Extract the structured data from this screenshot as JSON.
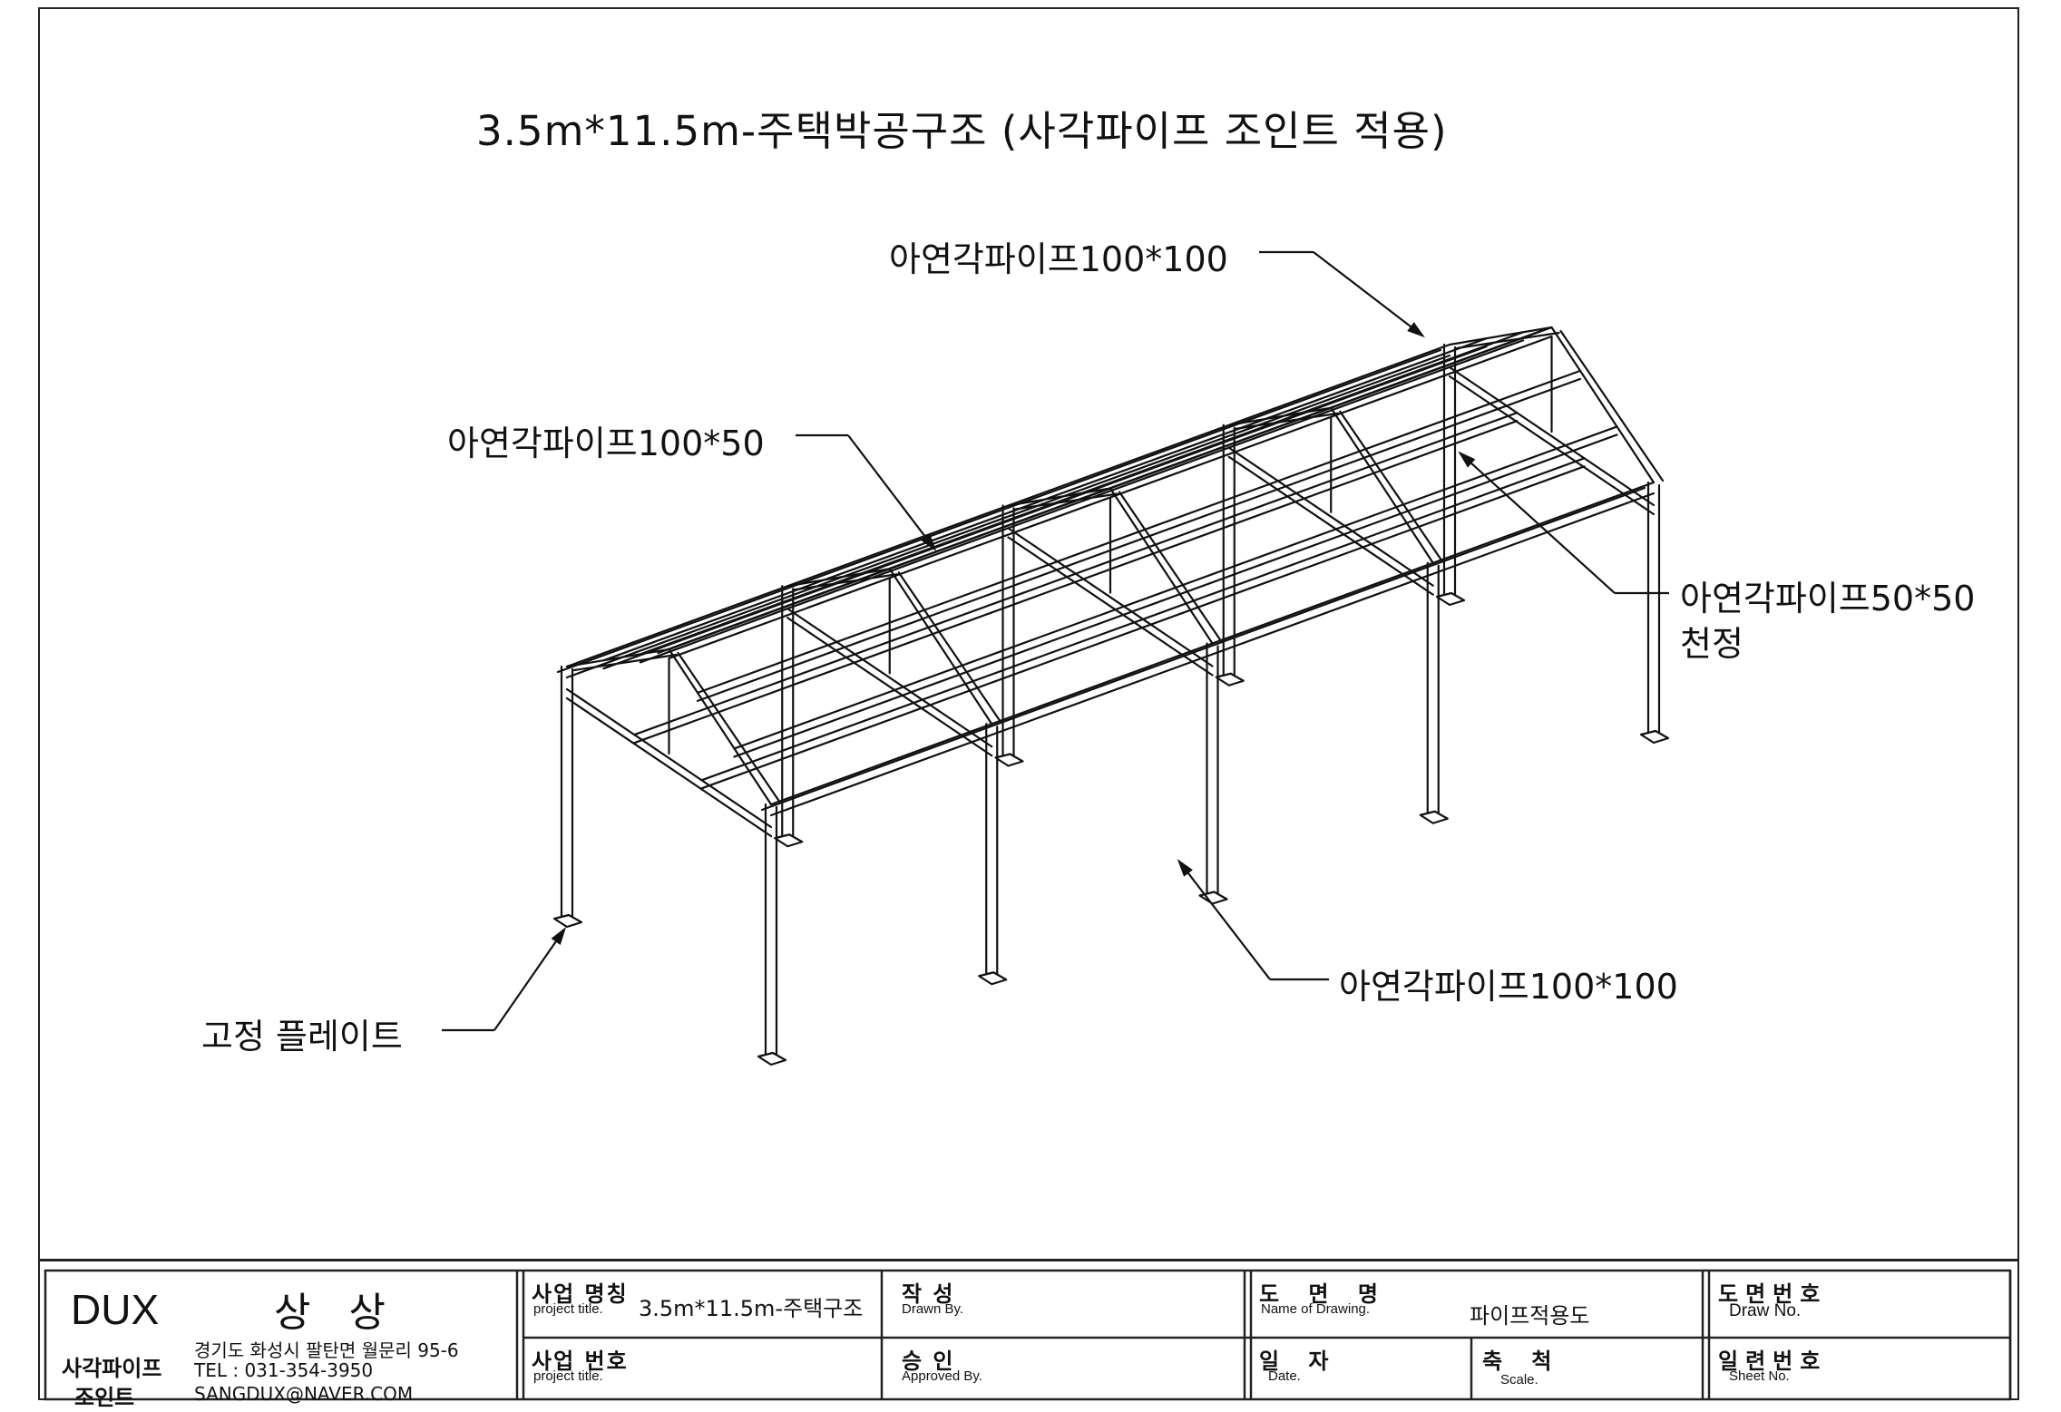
{
  "drawing": {
    "title": "3.5m*11.5m-주택박공구조 (사각파이프 조인트 적용)",
    "labels": {
      "ridge": "아연각파이프100*100",
      "rafter": "아연각파이프100*50",
      "ceiling_line1": "아연각파이프50*50",
      "ceiling_line2": "천정",
      "column": "아연각파이프100*100",
      "base_plate": "고정 플레이트"
    }
  },
  "title_block": {
    "company": "DUX",
    "company_ko": "상 상",
    "product_line1": "사각파이프",
    "product_line2": "조인트",
    "address": "경기도 화성시 팔탄면 월문리 95-6",
    "tel": "TEL : 031-354-3950",
    "email": "SANGDUX@NAVER.COM",
    "project_name_label": "사업 명칭",
    "project_name_sub": "project title.",
    "project_name_value": "3.5m*11.5m-주택구조",
    "project_no_label": "사업 번호",
    "project_no_sub": "project title.",
    "drawn_label": "작  성",
    "drawn_sub": "Drawn By.",
    "approved_label": "승  인",
    "approved_sub": "Approved By.",
    "drawing_name_label": "도 면 명",
    "drawing_name_sub": "Name of Drawing.",
    "drawing_name_value": "파이프적용도",
    "date_label": "일 자",
    "date_sub": "Date.",
    "scale_label": "축 척",
    "scale_sub": "Scale.",
    "draw_no_label": "도면번호",
    "draw_no_sub": "Draw No.",
    "sheet_no_label": "일련번호",
    "sheet_no_sub": "Sheet No."
  }
}
